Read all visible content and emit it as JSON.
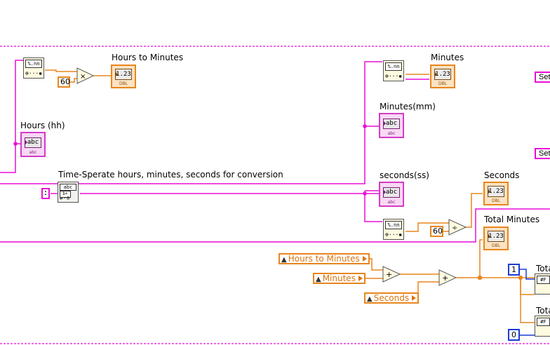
{
  "labels": {
    "hours_to_minutes": "Hours to Minutes",
    "minutes": "Minutes",
    "hours_hh": "Hours (hh)",
    "minutes_mm": "Minutes(mm)",
    "time_separate": "Time-Sperate hours, minutes, seconds for conversion",
    "seconds_ss": "seconds(ss)",
    "seconds": "Seconds",
    "total_minutes": "Total Minutes",
    "total_right_a": "Tota",
    "total_right_b": "Tota"
  },
  "constants": {
    "sixty_a": "60",
    "sixty_b": "60",
    "one": "1",
    "zero": "0",
    "colon": ":"
  },
  "indicators": {
    "numeric_display": "1.23",
    "numeric_tag": "DBL",
    "string_display": "abc",
    "string_tag": "abc"
  },
  "functions": {
    "scan_format": "%.nn",
    "scan_format_b": "abc",
    "multiply": "×",
    "divide": "÷",
    "add": "+"
  },
  "local_variables": {
    "hours_to_minutes": "Hours to Minutes",
    "minutes": "Minutes",
    "seconds": "Seconds"
  },
  "property_refs": {
    "set_a": "Set",
    "set_b": "Set"
  },
  "colors": {
    "string_wire": "#e80fd5",
    "numeric_wire": "#e8861d",
    "integer_wire": "#1b3bd6"
  }
}
